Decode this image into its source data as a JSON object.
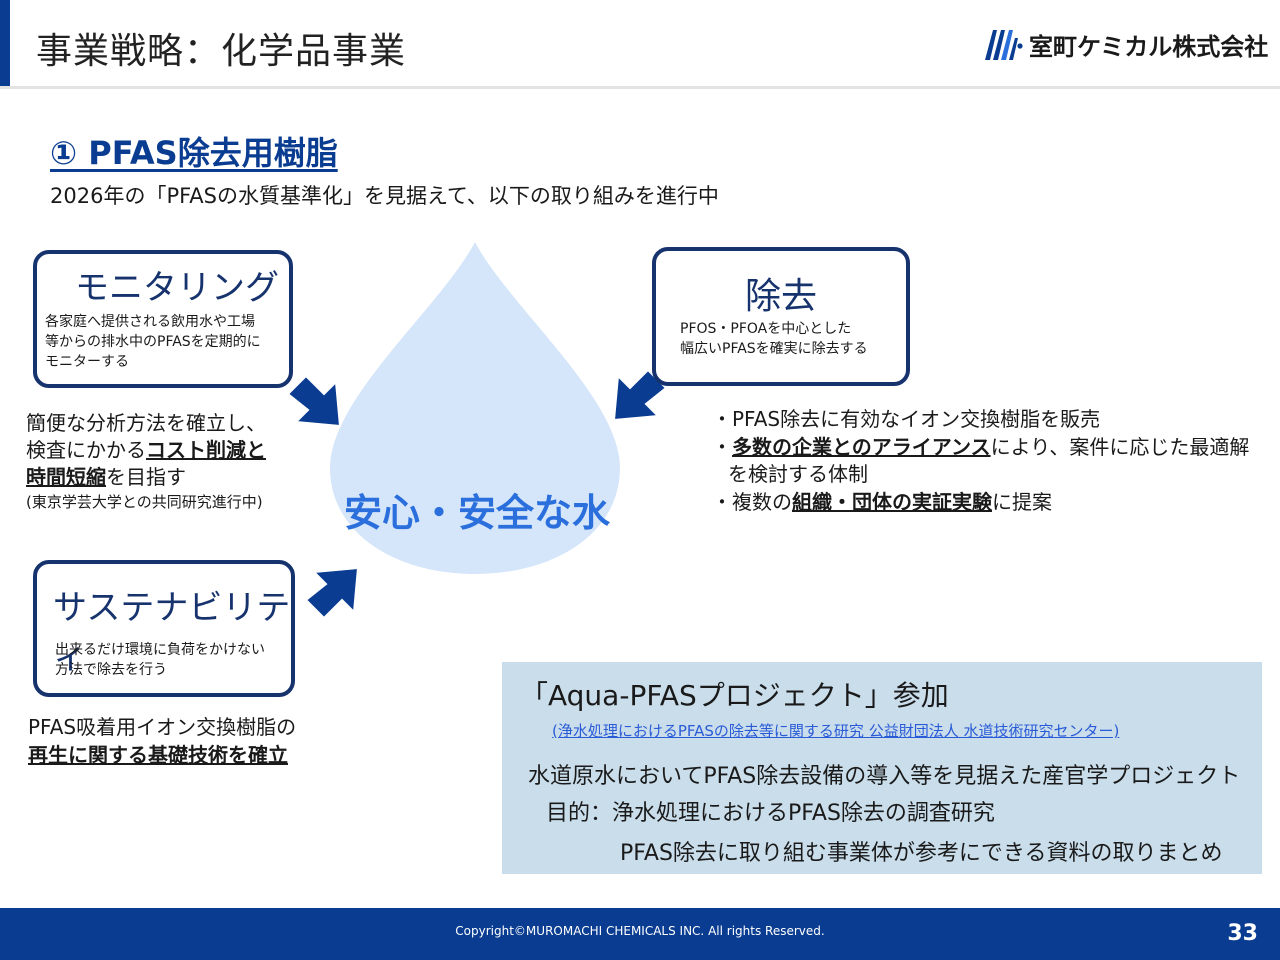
{
  "header": {
    "title": "事業戦略：化学品事業",
    "logo_text": "室町ケミカル株式会社"
  },
  "section": {
    "title": "① PFAS除去用樹脂",
    "subtitle": "2026年の「PFASの水質基準化」を見据えて、以下の取り組みを進行中"
  },
  "center": {
    "label": "安心・安全な水"
  },
  "monitoring": {
    "title": "モニタリング",
    "desc": [
      "各家庭へ提供される飲用水や工場",
      "等からの排水中のPFASを定期的に",
      "モニターする"
    ],
    "text": {
      "l1": "簡便な分析方法を確立し、",
      "l2_pre": "検査にかかる",
      "l2_em": "コスト削減と",
      "l3_em": "時間短縮",
      "l3_post": "を目指す",
      "l4": "(東京学芸大学との共同研究進行中)"
    }
  },
  "removal": {
    "title": "除去",
    "desc": [
      "PFOS・PFOAを中心とした",
      "幅広いPFASを確実に除去する"
    ],
    "text": {
      "l1": "・PFAS除去に有効なイオン交換樹脂を販売",
      "l2_pre": "・",
      "l2_em": "多数の企業とのアライアンス",
      "l2_post": "により、案件に応じた最適解",
      "l3": "を検討する体制",
      "l4_pre": "・複数の",
      "l4_em": "組織・団体の実証実験",
      "l4_post": "に提案"
    }
  },
  "sustainability": {
    "title": "サステナビリティ",
    "desc": [
      "出来るだけ環境に負荷をかけない",
      "方法で除去を行う"
    ],
    "text": {
      "l1": "PFAS吸着用イオン交換樹脂の",
      "l2_em": "再生に関する基礎技術を確立"
    }
  },
  "project": {
    "title": "「Aqua-PFASプロジェクト」参加",
    "link": "(浄水処理におけるPFASの除去等に関する研究 公益財団法人 水道技術研究センター)",
    "line1": "水道原水においてPFAS除去設備の導入等を見据えた産官学プロジェクト",
    "line2": "目的：浄水処理におけるPFAS除去の調査研究",
    "line3": "PFAS除去に取り組む事業体が参考にできる資料の取りまとめ"
  },
  "footer": {
    "copyright": "Copyright©MUROMACHI CHEMICALS INC. All rights Reserved.",
    "page": "33"
  },
  "colors": {
    "brand_navy": "#0a3d91",
    "box_border": "#17336e",
    "drop_fill": "#d6e6fa",
    "drop_text": "#2a6fdc",
    "panel_bg": "#c9ddeb",
    "link": "#2a5bd7"
  },
  "icons": {
    "logo": "muromachi-logo-icon",
    "arrows": "arrow-toward-center-icon"
  }
}
